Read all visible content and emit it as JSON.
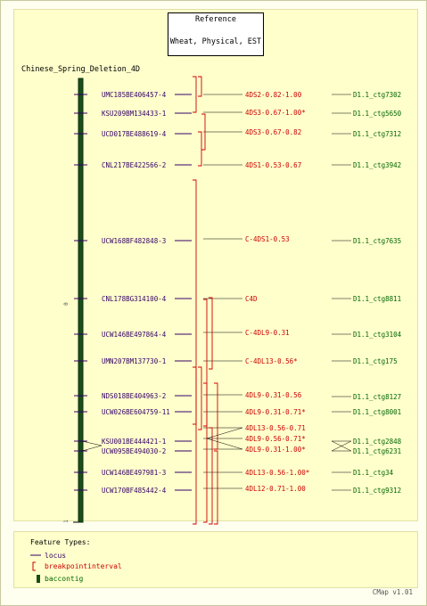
{
  "reference": {
    "title": "Reference",
    "subtitle": "Wheat, Physical, EST"
  },
  "map_title": "Chinese_Spring_Deletion_4D",
  "axis_labels": [
    "0",
    "1"
  ],
  "colors": {
    "locus": "#330066",
    "interval": "#cc0000",
    "contig_bar": "#1a4d1a",
    "contig_label": "#006600",
    "frame": "#ffffcc",
    "frame_border": "#e6e6a0"
  },
  "loci": [
    {
      "name": "UMC185BE406457-4",
      "interval": "4DS2-0.82-1.00",
      "contig": "D1.1_ctg7302"
    },
    {
      "name": "KSU209BM134433-1",
      "interval": "4DS3-0.67-1.00*",
      "contig": "D1.1_ctg5650"
    },
    {
      "name": "UCD017BE488619-4",
      "interval": "4DS3-0.67-0.82",
      "contig": "D1.1_ctg7312"
    },
    {
      "name": "CNL217BE422566-2",
      "interval": "4DS1-0.53-0.67",
      "contig": "D1.1_ctg3942"
    },
    {
      "name": "UCW168BF482848-3",
      "interval": "C-4DS1-0.53",
      "contig": "D1.1_ctg7635"
    },
    {
      "name": "CNL178BG314100-4",
      "interval": "C4D",
      "contig": "D1.1_ctg8811"
    },
    {
      "name": "UCW146BE497864-4",
      "interval": "C-4DL9-0.31",
      "contig": "D1.1_ctg3104"
    },
    {
      "name": "UMN207BM137730-1",
      "interval": "C-4DL13-0.56*",
      "contig": "D1.1_ctg175"
    },
    {
      "name": "NDS018BE404963-2",
      "interval": "4DL9-0.31-0.56",
      "contig": "D1.1_ctg8127"
    },
    {
      "name": "UCW026BE604759-11",
      "interval": "4DL9-0.31-0.71*",
      "contig": "D1.1_ctg8001"
    },
    {
      "name": "KSU001BE444421-1",
      "interval": "4DL13-0.56-0.71",
      "contig": "D1.1_ctg2848"
    },
    {
      "name": "UCW095BE494030-2",
      "interval": "4DL9-0.56-0.71*",
      "contig": "D1.1_ctg6231"
    },
    {
      "name": "UCW146BE497981-3",
      "interval": "4DL9-0.31-1.00*",
      "contig": "D1.1_ctg34"
    },
    {
      "name": "UCW170BF485442-4",
      "interval": "4DL13-0.56-1.00*",
      "contig": "D1.1_ctg9312"
    },
    {
      "name": "",
      "interval": "4DL12-0.71-1.00",
      "contig": ""
    }
  ],
  "legend": {
    "title": "Feature Types:",
    "items": [
      {
        "label": "locus",
        "kind": "locus"
      },
      {
        "label": "breakpointinterval",
        "kind": "interval"
      },
      {
        "label": "baccontig",
        "kind": "contig"
      }
    ]
  },
  "version": "CMap v1.01"
}
